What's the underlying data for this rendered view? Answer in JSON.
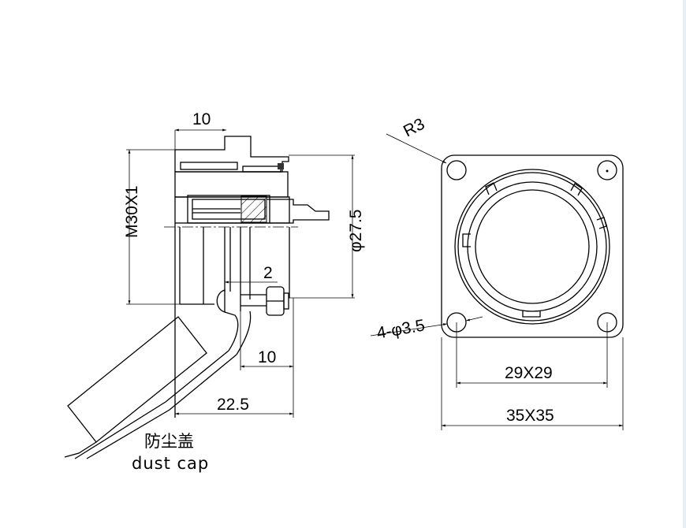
{
  "side_view": {
    "dim_top": "10",
    "dim_thread": "M30X1",
    "dim_diameter": "φ27.5",
    "dim_gap": "2",
    "dim_bottom_small": "10",
    "dim_total_length": "22.5"
  },
  "dust_cap": {
    "label_cn": "防尘盖",
    "label_en": "dust cap"
  },
  "front_view": {
    "radius": "R3",
    "holes": "4-φ3.5",
    "hole_spacing": "29X29",
    "flange_size": "35X35"
  }
}
